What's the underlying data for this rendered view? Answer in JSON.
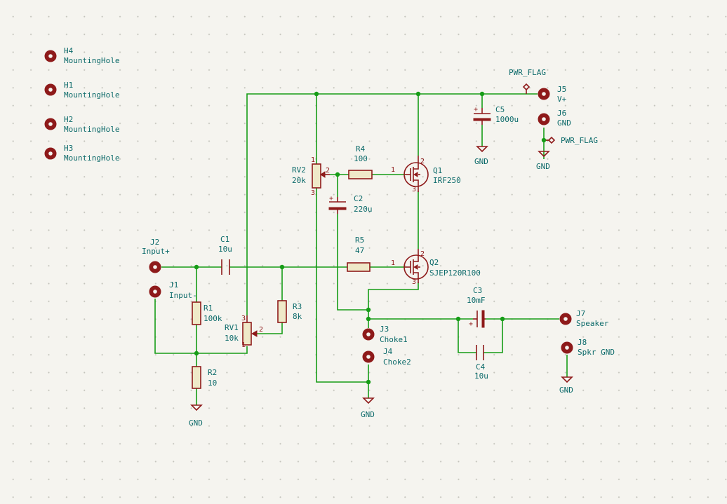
{
  "schematic": {
    "components": {
      "h4": {
        "ref": "H4",
        "value": "MountingHole"
      },
      "h1": {
        "ref": "H1",
        "value": "MountingHole"
      },
      "h2": {
        "ref": "H2",
        "value": "MountingHole"
      },
      "h3": {
        "ref": "H3",
        "value": "MountingHole"
      },
      "j2": {
        "ref": "J2",
        "value": "Input+"
      },
      "j1": {
        "ref": "J1",
        "value": "Input-"
      },
      "c1": {
        "ref": "C1",
        "value": "10u"
      },
      "r1": {
        "ref": "R1",
        "value": "100k"
      },
      "r2": {
        "ref": "R2",
        "value": "10"
      },
      "rv1": {
        "ref": "RV1",
        "value": "10k"
      },
      "r3": {
        "ref": "R3",
        "value": "8k"
      },
      "rv2": {
        "ref": "RV2",
        "value": "20k"
      },
      "r4": {
        "ref": "R4",
        "value": "100"
      },
      "c2": {
        "ref": "C2",
        "value": "220u"
      },
      "r5": {
        "ref": "R5",
        "value": "47"
      },
      "q1": {
        "ref": "Q1",
        "value": "IRF250"
      },
      "q2": {
        "ref": "Q2",
        "value": "SJEP120R100"
      },
      "c5": {
        "ref": "C5",
        "value": "1000u"
      },
      "j5": {
        "ref": "J5",
        "value": "V+"
      },
      "j6": {
        "ref": "J6",
        "value": "GND"
      },
      "c3": {
        "ref": "C3",
        "value": "10mF"
      },
      "c4": {
        "ref": "C4",
        "value": "10u"
      },
      "j3": {
        "ref": "J3",
        "value": "Choke1"
      },
      "j4": {
        "ref": "J4",
        "value": "Choke2"
      },
      "j7": {
        "ref": "J7",
        "value": "Speaker"
      },
      "j8": {
        "ref": "J8",
        "value": "Spkr GND"
      }
    },
    "power": {
      "gnd": "GND",
      "pwr_flag": "PWR_FLAG"
    },
    "pins": {
      "one": "1",
      "two": "2",
      "three": "3",
      "plus": "+"
    },
    "colors": {
      "wire": "#169c16",
      "symbol": "#8e1a1a",
      "text": "#0c6a6a",
      "background": "#f5f4ef"
    }
  }
}
